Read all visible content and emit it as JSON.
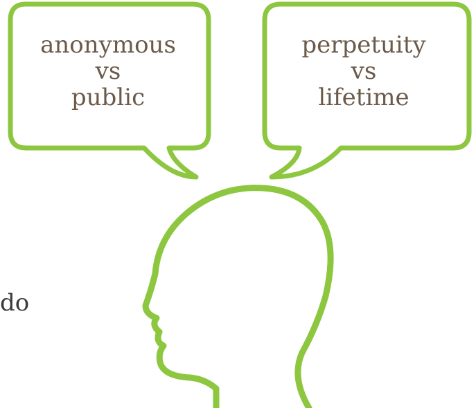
{
  "colors": {
    "outline": "#8dc63f",
    "text": "#6b5a4a",
    "background": "#ffffff"
  },
  "bubbles": {
    "left": {
      "line1": "anonymous",
      "line2": "vs",
      "line3": "public"
    },
    "right": {
      "line1": "perpetuity",
      "line2": "vs",
      "line3": "lifetime"
    }
  },
  "clipped_text": "do",
  "icons": {
    "head": "head-silhouette-icon"
  }
}
